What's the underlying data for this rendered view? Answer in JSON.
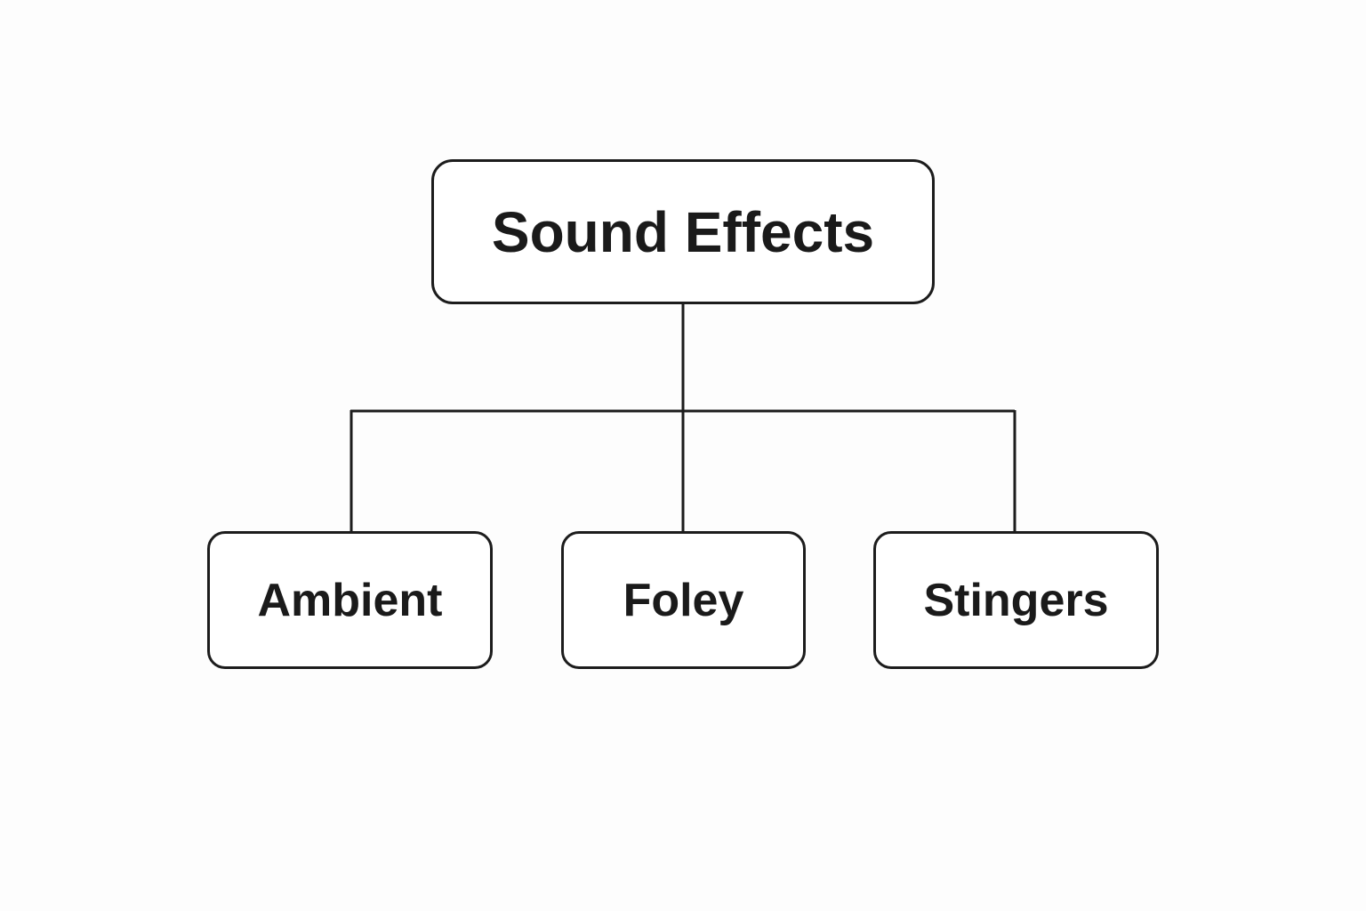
{
  "diagram": {
    "root": {
      "label": "Sound Effects"
    },
    "children": [
      {
        "label": "Ambient"
      },
      {
        "label": "Foley"
      },
      {
        "label": "Stingers"
      }
    ]
  },
  "colors": {
    "background": "#fdfdfd",
    "stroke": "#1c1c1c",
    "text": "#1a1a1a",
    "node_fill": "#ffffff"
  }
}
